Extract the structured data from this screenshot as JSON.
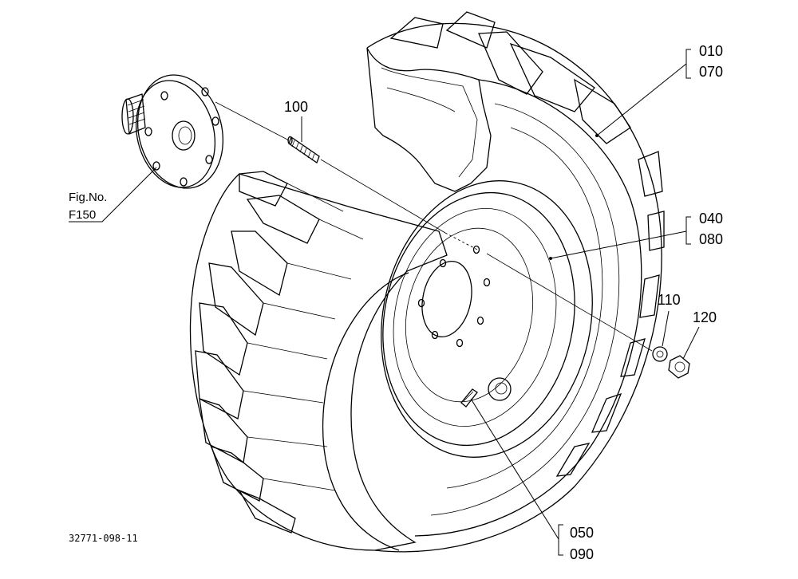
{
  "callouts": {
    "c010": "010",
    "c070": "070",
    "c040": "040",
    "c080": "080",
    "c050": "050",
    "c090": "090",
    "c100": "100",
    "c110": "110",
    "c120": "120"
  },
  "reference": {
    "fig_label": "Fig.No.",
    "fig_number": "F150"
  },
  "drawing_number": "32771-098-11"
}
